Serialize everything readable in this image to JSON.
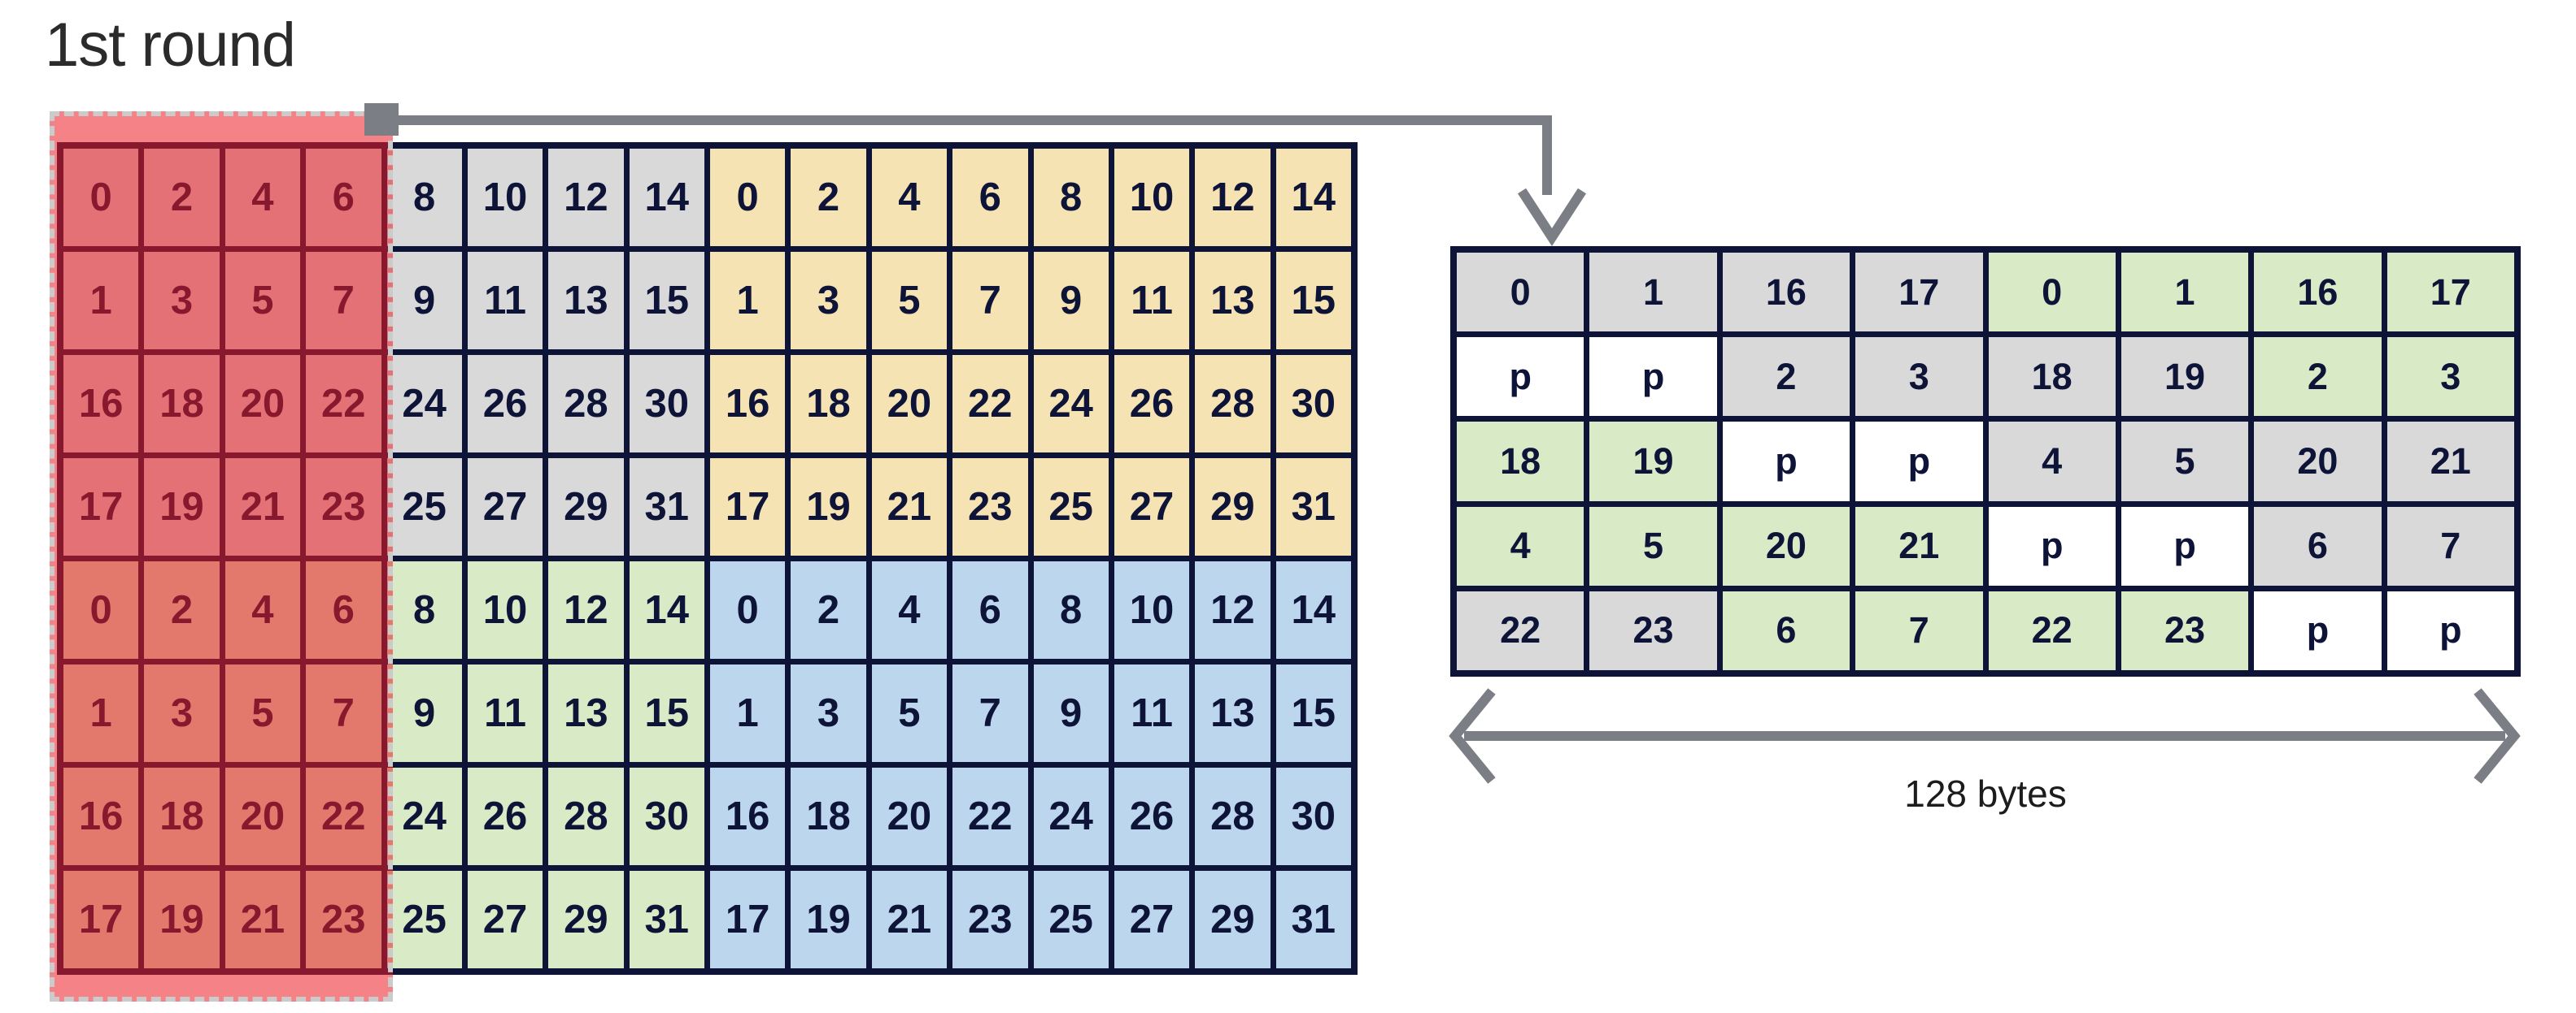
{
  "title": "1st round",
  "left_grid": {
    "cells": [
      [
        "0",
        "2",
        "4",
        "6",
        "8",
        "10",
        "12",
        "14",
        "0",
        "2",
        "4",
        "6",
        "8",
        "10",
        "12",
        "14"
      ],
      [
        "1",
        "3",
        "5",
        "7",
        "9",
        "11",
        "13",
        "15",
        "1",
        "3",
        "5",
        "7",
        "9",
        "11",
        "13",
        "15"
      ],
      [
        "16",
        "18",
        "20",
        "22",
        "24",
        "26",
        "28",
        "30",
        "16",
        "18",
        "20",
        "22",
        "24",
        "26",
        "28",
        "30"
      ],
      [
        "17",
        "19",
        "21",
        "23",
        "25",
        "27",
        "29",
        "31",
        "17",
        "19",
        "21",
        "23",
        "25",
        "27",
        "29",
        "31"
      ],
      [
        "0",
        "2",
        "4",
        "6",
        "8",
        "10",
        "12",
        "14",
        "0",
        "2",
        "4",
        "6",
        "8",
        "10",
        "12",
        "14"
      ],
      [
        "1",
        "3",
        "5",
        "7",
        "9",
        "11",
        "13",
        "15",
        "1",
        "3",
        "5",
        "7",
        "9",
        "11",
        "13",
        "15"
      ],
      [
        "16",
        "18",
        "20",
        "22",
        "24",
        "26",
        "28",
        "30",
        "16",
        "18",
        "20",
        "22",
        "24",
        "26",
        "28",
        "30"
      ],
      [
        "17",
        "19",
        "21",
        "23",
        "25",
        "27",
        "29",
        "31",
        "17",
        "19",
        "21",
        "23",
        "25",
        "27",
        "29",
        "31"
      ]
    ],
    "cell_colors": [
      "ggggggggoooooooo",
      "ggggggggoooooooo",
      "ggggggggoooooooo",
      "ggggggggoooooooo",
      "nnnnnnnnbbbbbbbb",
      "nnnnnnnnbbbbbbbb",
      "nnnnnnnnbbbbbbbb",
      "nnnnnnnnbbbbbbbb"
    ]
  },
  "right_grid": {
    "cells": [
      [
        "0",
        "1",
        "16",
        "17",
        "0",
        "1",
        "16",
        "17"
      ],
      [
        "p",
        "p",
        "2",
        "3",
        "18",
        "19",
        "2",
        "3"
      ],
      [
        "18",
        "19",
        "p",
        "p",
        "4",
        "5",
        "20",
        "21"
      ],
      [
        "4",
        "5",
        "20",
        "21",
        "p",
        "p",
        "6",
        "7"
      ],
      [
        "22",
        "23",
        "6",
        "7",
        "22",
        "23",
        "p",
        "p"
      ]
    ],
    "cell_colors": [
      "ggggnnnn",
      "wwggggnn",
      "nnwwgggg",
      "nnnnwwgg",
      "ggnnnnww"
    ]
  },
  "palette": {
    "g": "#d9d9d9",
    "o": "#f6e3b4",
    "n": "#d8eac6",
    "b": "#bcd6ee",
    "w": "#ffffff"
  },
  "annotations": {
    "bytes_label": "128 bytes"
  },
  "colors": {
    "grid_line": "#0e1438",
    "cell_text": "#0e1438",
    "arrow": "#7b7e84",
    "highlight": "rgba(237,28,36,0.55)",
    "highlight_border": "#cbcbcb",
    "title_text": "#2b2b2b"
  }
}
